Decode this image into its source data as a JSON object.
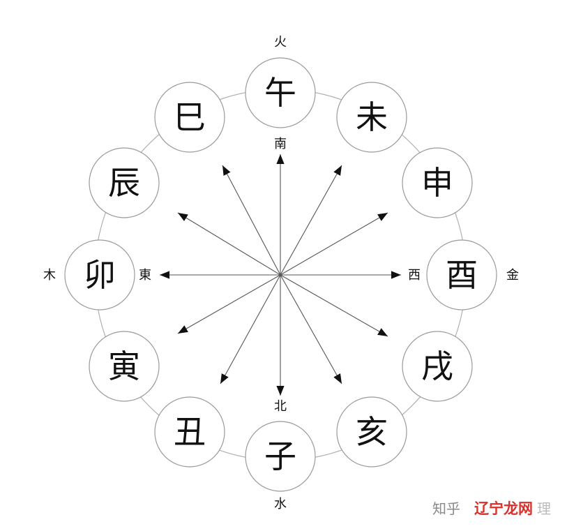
{
  "branches": [
    {
      "char": "午"
    },
    {
      "char": "未"
    },
    {
      "char": "申"
    },
    {
      "char": "酉"
    },
    {
      "char": "戌"
    },
    {
      "char": "亥"
    },
    {
      "char": "子"
    },
    {
      "char": "丑"
    },
    {
      "char": "寅"
    },
    {
      "char": "卯"
    },
    {
      "char": "辰"
    },
    {
      "char": "巳"
    }
  ],
  "directions": {
    "south": "南",
    "north": "北",
    "east": "東",
    "west": "西"
  },
  "elements": {
    "fire": "火",
    "water": "水",
    "wood": "木",
    "metal": "金"
  },
  "watermark": {
    "site": "知乎",
    "brand": "辽宁龙网",
    "suffix": "理"
  }
}
